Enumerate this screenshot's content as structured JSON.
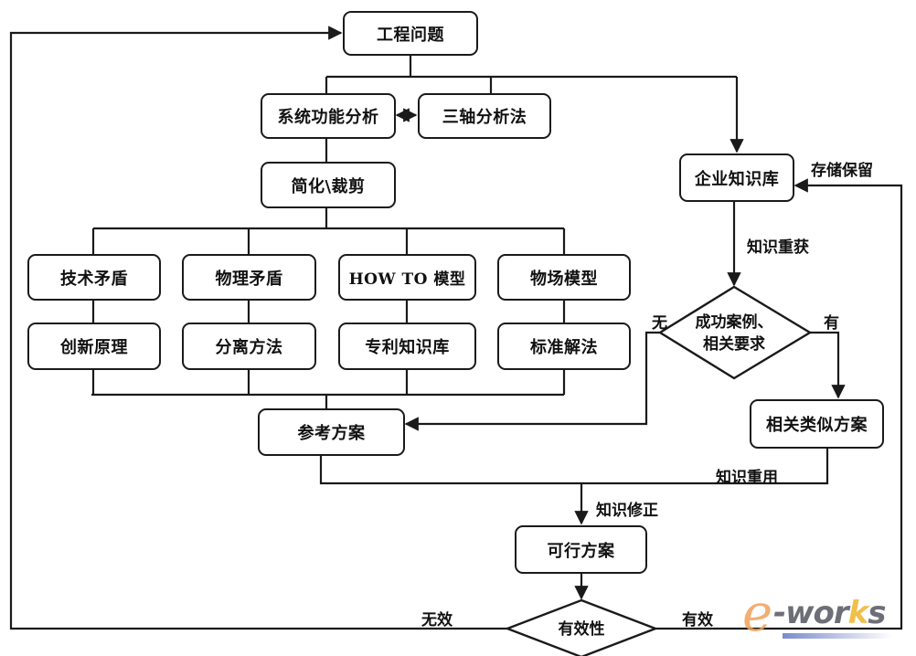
{
  "diagram": {
    "nodes": {
      "engineering_problem": "工程问题",
      "system_function_analysis": "系统功能分析",
      "three_axis_analysis": "三轴分析法",
      "simplify_trim": "简化\\裁剪",
      "technical_contradiction": "技术矛盾",
      "physical_contradiction": "物理矛盾",
      "how_to_model": "HOW TO  模型",
      "substance_field_model": "物场模型",
      "inventive_principles": "创新原理",
      "separation_methods": "分离方法",
      "patent_knowledge_base": "专利知识库",
      "standard_solutions": "标准解法",
      "reference_solution": "参考方案",
      "enterprise_knowledge_base": "企业知识库",
      "similar_solution": "相关类似方案",
      "feasible_solution": "可行方案"
    },
    "decisions": {
      "success_cases_line1": "成功案例、",
      "success_cases_line2": "相关要求",
      "validity": "有效性"
    },
    "edge_labels": {
      "store_retain": "存储保留",
      "knowledge_retrieval": "知识重获",
      "none": "无",
      "exists": "有",
      "knowledge_reuse": "知识重用",
      "knowledge_correction": "知识修正",
      "invalid": "无效",
      "valid": "有效"
    }
  },
  "watermark": {
    "e": "e",
    "text": "-wor",
    "k": "k",
    "s": "s",
    "colors": {
      "e": "#f2a15a",
      "text": "#6e6e78",
      "k": "#f0c04a",
      "bar": "#7a8ccc"
    }
  }
}
